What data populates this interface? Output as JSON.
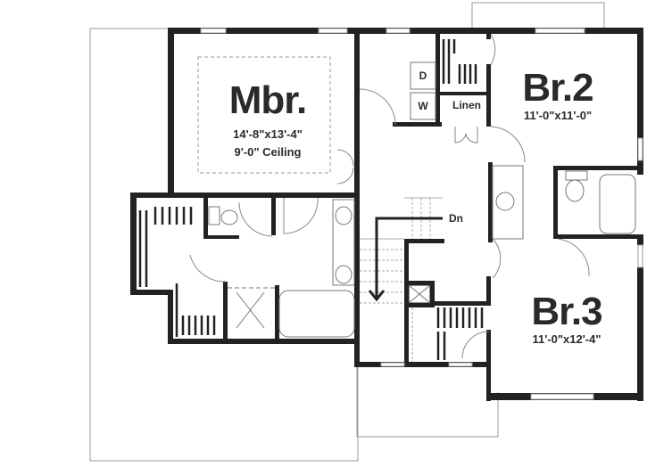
{
  "plan": {
    "rooms": [
      {
        "id": "mbr",
        "name": "Mbr.",
        "dimensions": "14'-8\"x13'-4\"",
        "ceiling": "9'-0\" Ceiling"
      },
      {
        "id": "br2",
        "name": "Br.2",
        "dimensions": "11'-0\"x11'-0\""
      },
      {
        "id": "br3",
        "name": "Br.3",
        "dimensions": "11'-0\"x12'-4\""
      }
    ],
    "fixtures": {
      "dryer": "D",
      "washer": "W",
      "linen": "Linen",
      "stairs": "Dn"
    },
    "colors": {
      "wall": "#222222",
      "line": "#888888",
      "background": "#ffffff"
    }
  }
}
